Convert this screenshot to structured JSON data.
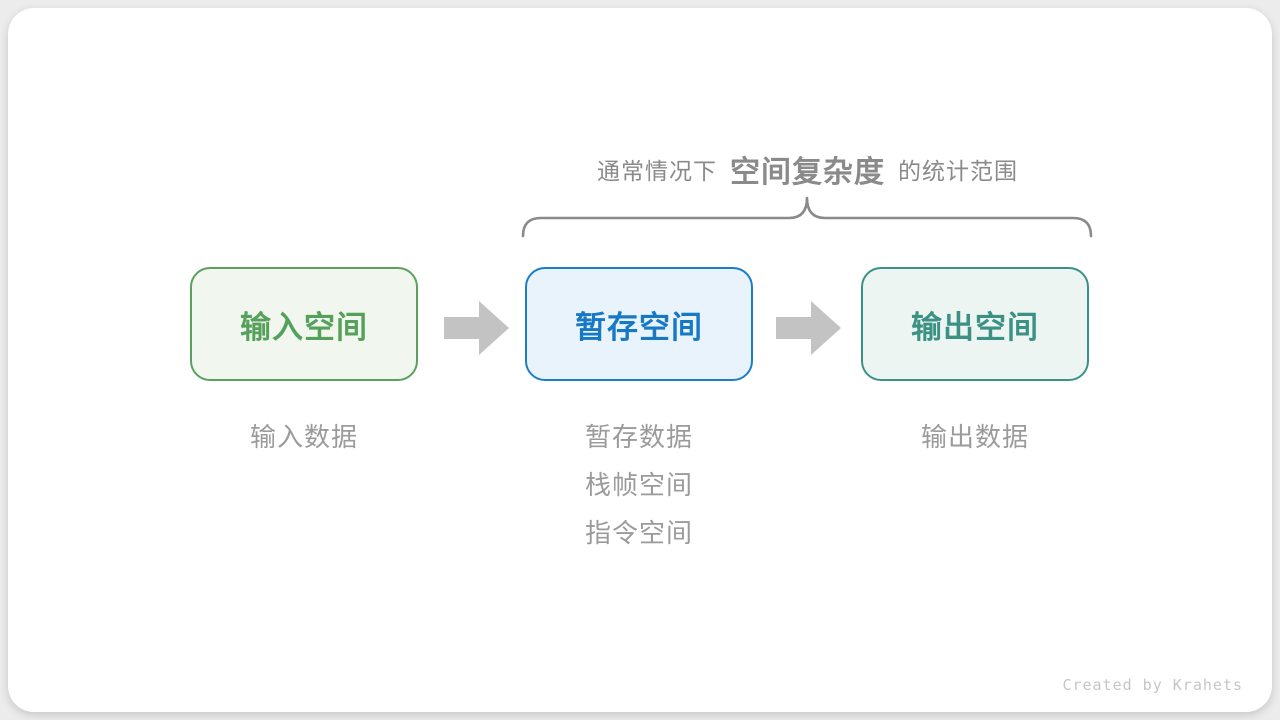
{
  "page": {
    "background": "#ececec",
    "card_background": "#ffffff"
  },
  "caption": {
    "prefix": "通常情况下",
    "highlight": "空间复杂度",
    "suffix": "的统计范围",
    "color": "#8a8a8a"
  },
  "brace": {
    "color": "#8a8a8a"
  },
  "flow": {
    "arrow_color": "#c3c3c3",
    "boxes": [
      {
        "label": "输入空间",
        "border_color": "#5ba05e",
        "fill_color": "#f1f7ee",
        "text_color": "#55a05b"
      },
      {
        "label": "暂存空间",
        "border_color": "#1c7dc6",
        "fill_color": "#e9f3fb",
        "text_color": "#1778c5"
      },
      {
        "label": "输出空间",
        "border_color": "#3a9286",
        "fill_color": "#edf5f3",
        "text_color": "#3a9184"
      }
    ]
  },
  "notes": {
    "color": "#9b9b9b",
    "input": [
      "输入数据"
    ],
    "buffer": [
      "暂存数据",
      "栈帧空间",
      "指令空间"
    ],
    "output": [
      "输出数据"
    ]
  },
  "footer": {
    "credit": "Created by Krahets",
    "color": "#c6c6c6"
  }
}
